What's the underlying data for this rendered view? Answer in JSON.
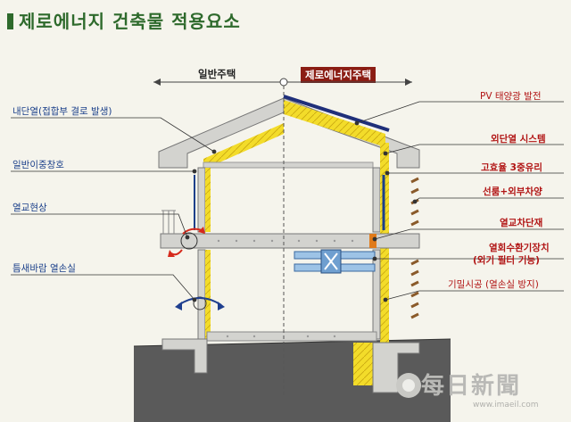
{
  "title": "제로에너지 건축물 적용요소",
  "headers": {
    "left": "일반주택",
    "right": "제로에너지주택"
  },
  "left_labels": [
    "내단열(접합부 결로 발생)",
    "일반이중창호",
    "열교현상",
    "틈새바람 열손실"
  ],
  "right_labels": [
    "PV 태양광 발전",
    "외단열 시스템",
    "고효율 3중유리",
    "선룸+외부차양",
    "열교차단재",
    "열회수환기장치",
    "(외기 필터 기능)",
    "기밀시공 (열손실 방지)"
  ],
  "watermark": {
    "name": "每日新聞",
    "url": "www.imaeil.com"
  },
  "colors": {
    "title_green": "#2e6a2c",
    "label_blue": "#1a3f8a",
    "label_red": "#b11414",
    "header_red": "#8b1d14",
    "concrete": "#d3d3cf",
    "insulation": "#f3dc2a",
    "ground": "#5a5a5a"
  }
}
